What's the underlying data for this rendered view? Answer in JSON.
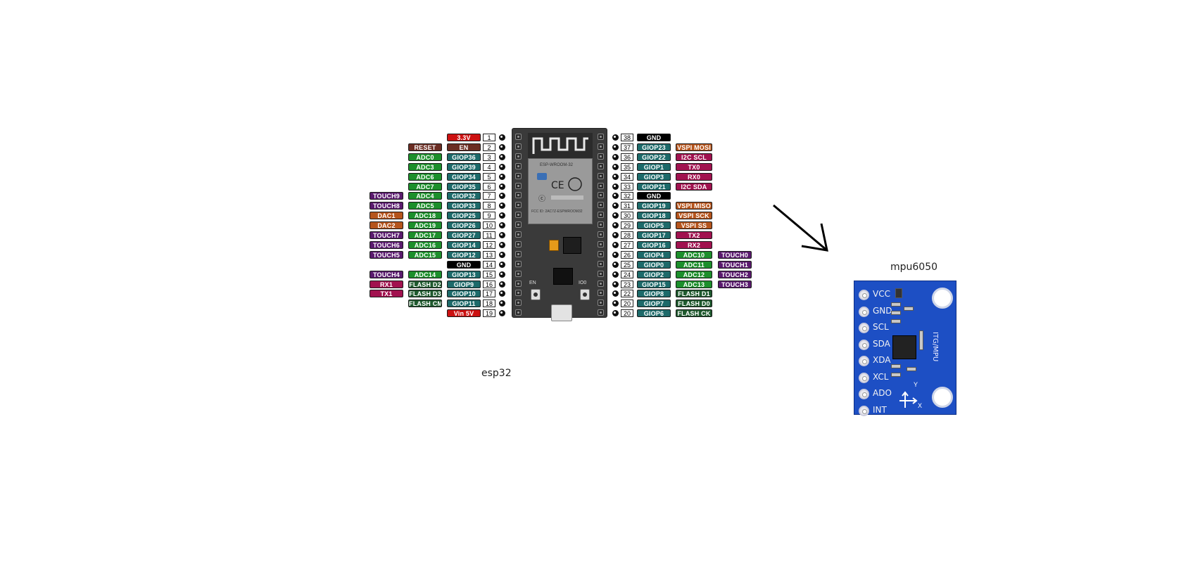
{
  "captions": {
    "esp32": "esp32",
    "mpu6050": "mpu6050"
  },
  "esp": {
    "module_text": "ESP-WROOM-32",
    "chip_text": "FCC ID: 2AC7Z-ESPWROOM32",
    "btn_en": "EN",
    "btn_boot": "IO0",
    "left_pins": [
      {
        "num": "1",
        "labels": [
          {
            "text": "3.3V",
            "color": "#cc1111"
          }
        ]
      },
      {
        "num": "2",
        "labels": [
          {
            "text": "EN",
            "color": "#6b2d23"
          },
          {
            "text": "RESET",
            "color": "#6b2d23"
          }
        ]
      },
      {
        "num": "3",
        "labels": [
          {
            "text": "GIOP36",
            "color": "#1d6a6a"
          },
          {
            "text": "ADC0",
            "color": "#1c8f2b"
          }
        ]
      },
      {
        "num": "4",
        "labels": [
          {
            "text": "GIOP39",
            "color": "#1d6a6a"
          },
          {
            "text": "ADC3",
            "color": "#1c8f2b"
          }
        ]
      },
      {
        "num": "5",
        "labels": [
          {
            "text": "GIOP34",
            "color": "#1d6a6a"
          },
          {
            "text": "ADC6",
            "color": "#1c8f2b"
          }
        ]
      },
      {
        "num": "6",
        "labels": [
          {
            "text": "GIOP35",
            "color": "#1d6a6a"
          },
          {
            "text": "ADC7",
            "color": "#1c8f2b"
          }
        ]
      },
      {
        "num": "7",
        "labels": [
          {
            "text": "GIOP32",
            "color": "#1d6a6a"
          },
          {
            "text": "ADC4",
            "color": "#1c8f2b"
          },
          {
            "text": "TOUCH9",
            "color": "#5a1a6e"
          }
        ]
      },
      {
        "num": "8",
        "labels": [
          {
            "text": "GIOP33",
            "color": "#1d6a6a"
          },
          {
            "text": "ADC5",
            "color": "#1c8f2b"
          },
          {
            "text": "TOUCH8",
            "color": "#5a1a6e"
          }
        ]
      },
      {
        "num": "9",
        "labels": [
          {
            "text": "GIOP25",
            "color": "#1d6a6a"
          },
          {
            "text": "ADC18",
            "color": "#1c8f2b"
          },
          {
            "text": "DAC1",
            "color": "#b5541c"
          }
        ]
      },
      {
        "num": "10",
        "labels": [
          {
            "text": "GIOP26",
            "color": "#1d6a6a"
          },
          {
            "text": "ADC19",
            "color": "#1c8f2b"
          },
          {
            "text": "DAC2",
            "color": "#b5541c"
          }
        ]
      },
      {
        "num": "11",
        "labels": [
          {
            "text": "GIOP27",
            "color": "#1d6a6a"
          },
          {
            "text": "ADC17",
            "color": "#1c8f2b"
          },
          {
            "text": "TOUCH7",
            "color": "#5a1a6e"
          }
        ]
      },
      {
        "num": "12",
        "labels": [
          {
            "text": "GIOP14",
            "color": "#1d6a6a"
          },
          {
            "text": "ADC16",
            "color": "#1c8f2b"
          },
          {
            "text": "TOUCH6",
            "color": "#5a1a6e"
          }
        ]
      },
      {
        "num": "13",
        "labels": [
          {
            "text": "GIOP12",
            "color": "#1d6a6a"
          },
          {
            "text": "ADC15",
            "color": "#1c8f2b"
          },
          {
            "text": "TOUCH5",
            "color": "#5a1a6e"
          }
        ]
      },
      {
        "num": "14",
        "labels": [
          {
            "text": "GND",
            "color": "#000000"
          }
        ]
      },
      {
        "num": "15",
        "labels": [
          {
            "text": "GIOP13",
            "color": "#1d6a6a"
          },
          {
            "text": "ADC14",
            "color": "#1c8f2b"
          },
          {
            "text": "TOUCH4",
            "color": "#5a1a6e"
          }
        ]
      },
      {
        "num": "16",
        "labels": [
          {
            "text": "GIOP9",
            "color": "#1d6a6a"
          },
          {
            "text": "FLASH D2",
            "color": "#1f5a2e"
          },
          {
            "text": "RX1",
            "color": "#a1124f"
          }
        ]
      },
      {
        "num": "17",
        "labels": [
          {
            "text": "GIOP10",
            "color": "#1d6a6a"
          },
          {
            "text": "FLASH D3",
            "color": "#1f5a2e"
          },
          {
            "text": "TX1",
            "color": "#a1124f"
          }
        ]
      },
      {
        "num": "18",
        "labels": [
          {
            "text": "GIOP11",
            "color": "#1d6a6a"
          },
          {
            "text": "FLASH CMD",
            "color": "#1f5a2e"
          }
        ]
      },
      {
        "num": "19",
        "labels": [
          {
            "text": "Vin 5V",
            "color": "#cc1111"
          }
        ]
      }
    ],
    "right_pins": [
      {
        "num": "38",
        "labels": [
          {
            "text": "GND",
            "color": "#000000"
          }
        ]
      },
      {
        "num": "37",
        "labels": [
          {
            "text": "GIOP23",
            "color": "#1d6a6a"
          },
          {
            "text": "VSPI MOSI",
            "color": "#b5541c"
          }
        ]
      },
      {
        "num": "36",
        "labels": [
          {
            "text": "GIOP22",
            "color": "#1d6a6a"
          },
          {
            "text": "I2C SCL",
            "color": "#a1124f"
          }
        ]
      },
      {
        "num": "35",
        "labels": [
          {
            "text": "GIOP1",
            "color": "#1d6a6a"
          },
          {
            "text": "TX0",
            "color": "#a1124f"
          }
        ]
      },
      {
        "num": "34",
        "labels": [
          {
            "text": "GIOP3",
            "color": "#1d6a6a"
          },
          {
            "text": "RX0",
            "color": "#a1124f"
          }
        ]
      },
      {
        "num": "33",
        "labels": [
          {
            "text": "GIOP21",
            "color": "#1d6a6a"
          },
          {
            "text": "I2C SDA",
            "color": "#a1124f"
          }
        ]
      },
      {
        "num": "32",
        "labels": [
          {
            "text": "GND",
            "color": "#000000"
          }
        ]
      },
      {
        "num": "31",
        "labels": [
          {
            "text": "GIOP19",
            "color": "#1d6a6a"
          },
          {
            "text": "VSPI MISO",
            "color": "#b5541c"
          }
        ]
      },
      {
        "num": "30",
        "labels": [
          {
            "text": "GIOP18",
            "color": "#1d6a6a"
          },
          {
            "text": "VSPI SCK",
            "color": "#b5541c"
          }
        ]
      },
      {
        "num": "29",
        "labels": [
          {
            "text": "GIOP5",
            "color": "#1d6a6a"
          },
          {
            "text": "VSPI SS",
            "color": "#b5541c"
          }
        ]
      },
      {
        "num": "28",
        "labels": [
          {
            "text": "GIOP17",
            "color": "#1d6a6a"
          },
          {
            "text": "TX2",
            "color": "#a1124f"
          }
        ]
      },
      {
        "num": "27",
        "labels": [
          {
            "text": "GIOP16",
            "color": "#1d6a6a"
          },
          {
            "text": "RX2",
            "color": "#a1124f"
          }
        ]
      },
      {
        "num": "26",
        "labels": [
          {
            "text": "GIOP4",
            "color": "#1d6a6a"
          },
          {
            "text": "ADC10",
            "color": "#1c8f2b"
          },
          {
            "text": "TOUCH0",
            "color": "#5a1a6e"
          }
        ]
      },
      {
        "num": "25",
        "labels": [
          {
            "text": "GIOP0",
            "color": "#1d6a6a"
          },
          {
            "text": "ADC11",
            "color": "#1c8f2b"
          },
          {
            "text": "TOUCH1",
            "color": "#5a1a6e"
          }
        ]
      },
      {
        "num": "24",
        "labels": [
          {
            "text": "GIOP2",
            "color": "#1d6a6a"
          },
          {
            "text": "ADC12",
            "color": "#1c8f2b"
          },
          {
            "text": "TOUCH2",
            "color": "#5a1a6e"
          }
        ]
      },
      {
        "num": "23",
        "labels": [
          {
            "text": "GIOP15",
            "color": "#1d6a6a"
          },
          {
            "text": "ADC13",
            "color": "#1c8f2b"
          },
          {
            "text": "TOUCH3",
            "color": "#5a1a6e"
          }
        ]
      },
      {
        "num": "22",
        "labels": [
          {
            "text": "GIOP8",
            "color": "#1d6a6a"
          },
          {
            "text": "FLASH D1",
            "color": "#1f5a2e"
          }
        ]
      },
      {
        "num": "20",
        "labels": [
          {
            "text": "GIOP7",
            "color": "#1d6a6a"
          },
          {
            "text": "FLASH D0",
            "color": "#1f5a2e"
          }
        ]
      },
      {
        "num": "20",
        "labels": [
          {
            "text": "GIOP6",
            "color": "#1d6a6a"
          },
          {
            "text": "FLASH CK",
            "color": "#1f5a2e"
          }
        ]
      }
    ]
  },
  "mpu": {
    "pins": [
      "VCC",
      "GND",
      "SCL",
      "SDA",
      "XDA",
      "XCL",
      "ADO",
      "INT"
    ],
    "silkscreen": "ITG/MPU",
    "axis_x": "X",
    "axis_y": "Y"
  }
}
